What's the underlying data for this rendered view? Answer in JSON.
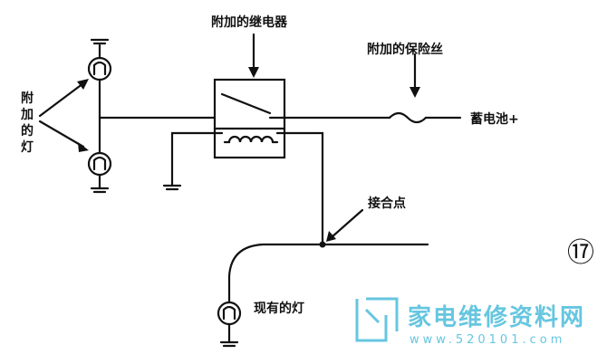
{
  "labels": {
    "relay": "附加的继电器",
    "fuse": "附加的保险丝",
    "battery": "蓄电池+",
    "lamps": [
      "附",
      "加",
      "的",
      "灯"
    ],
    "junction": "接合点",
    "existing_lamp": "现有的灯",
    "figure_number": "⑰"
  },
  "watermark": {
    "text": "家电维修资料网",
    "url": "www.520101.com",
    "color": "#66c6e0"
  }
}
